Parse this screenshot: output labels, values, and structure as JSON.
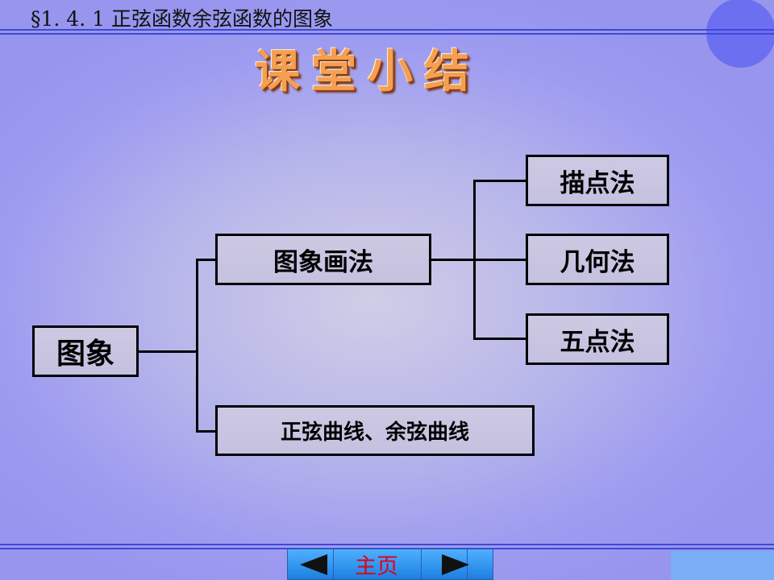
{
  "header": {
    "section_title": "§1. 4. 1 正弦函数余弦函数的图象"
  },
  "slide": {
    "title": "课堂小结"
  },
  "diagram": {
    "root": "图象",
    "branch_1": "图象画法",
    "branch_2": "正弦曲线、余弦曲线",
    "methods": [
      "描点法",
      "几何法",
      "五点法"
    ]
  },
  "nav": {
    "home_label": "主页"
  },
  "colors": {
    "title_orange": "#f59f52",
    "rule_blue": "#3f49d6",
    "nav_blue": "#1c7fe0",
    "home_red": "#e0001a"
  }
}
